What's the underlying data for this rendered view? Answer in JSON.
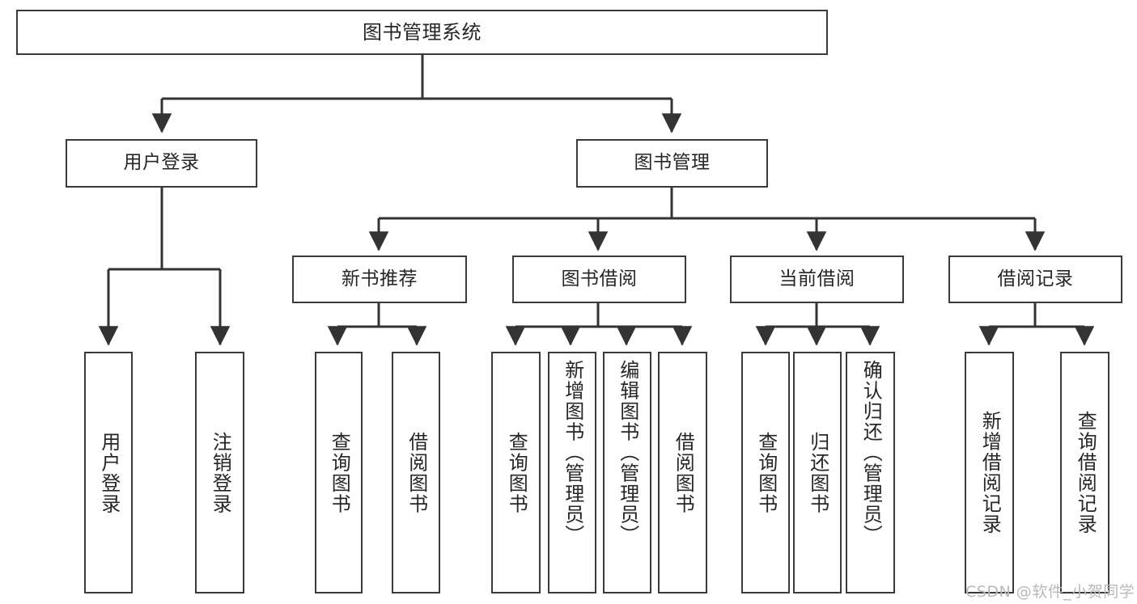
{
  "diagram": {
    "title": "图书管理系统",
    "root": {
      "label": "图书管理系统"
    },
    "level1": [
      {
        "label": "用户登录"
      },
      {
        "label": "图书管理"
      }
    ],
    "level2": [
      {
        "label": "新书推荐"
      },
      {
        "label": "图书借阅"
      },
      {
        "label": "当前借阅"
      },
      {
        "label": "借阅记录"
      }
    ],
    "leaves": {
      "user_login": [
        {
          "label": "用户登录"
        },
        {
          "label": "注销登录"
        }
      ],
      "new_book_recommend": [
        {
          "label": "查询图书"
        },
        {
          "label": "借阅图书"
        }
      ],
      "book_borrow": [
        {
          "label": "查询图书"
        },
        {
          "label": "新增图书（管理员）"
        },
        {
          "label": "编辑图书（管理员）"
        },
        {
          "label": "借阅图书"
        }
      ],
      "current_borrow": [
        {
          "label": "查询图书"
        },
        {
          "label": "归还图书"
        },
        {
          "label": "确认归还（管理员）"
        }
      ],
      "borrow_records": [
        {
          "label": "新增借阅记录"
        },
        {
          "label": "查询借阅记录"
        }
      ]
    }
  },
  "watermark": {
    "text": "CSDN @软件_小贺同学"
  },
  "colors": {
    "box_border": "#3a3a3a",
    "connector": "#333333",
    "text": "#262626",
    "background": "#ffffff",
    "watermark": "#b9b9b9"
  }
}
